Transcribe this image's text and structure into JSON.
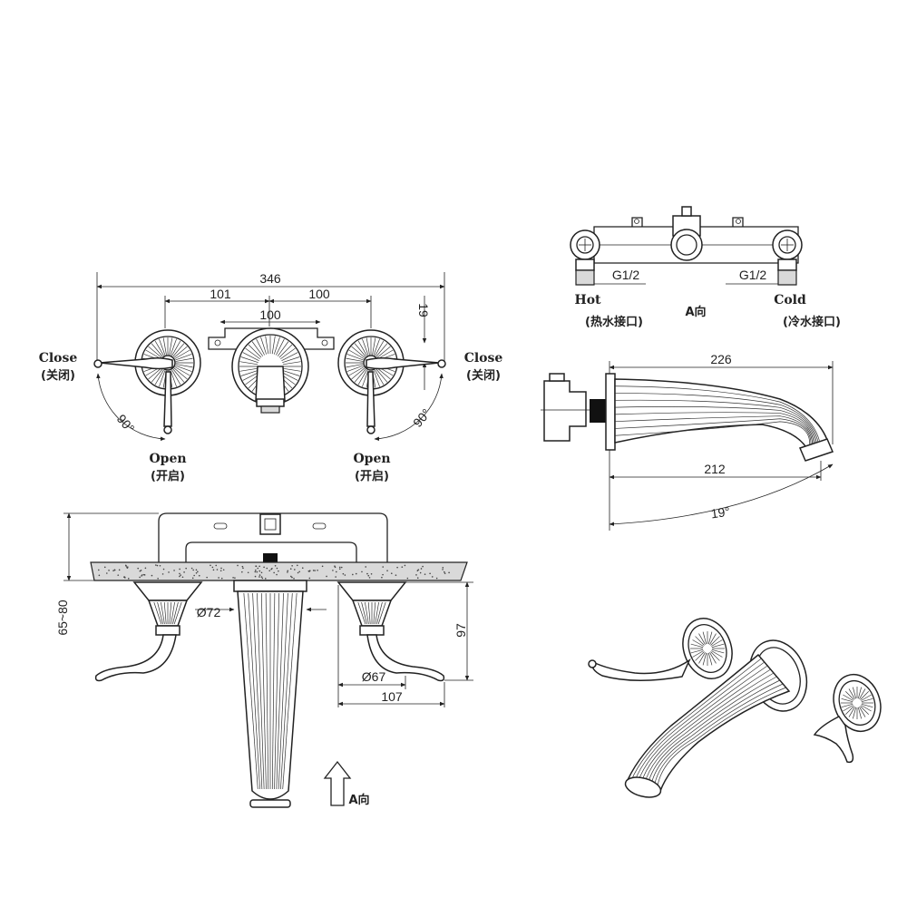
{
  "front_view": {
    "overall_width": "346",
    "left_spacing": "101",
    "right_spacing": "100",
    "center_width": "100",
    "offset": "19",
    "close_left": "Close",
    "close_left_cn": "(关闭)",
    "close_right": "Close",
    "close_right_cn": "(关闭)",
    "open_left": "Open",
    "open_left_cn": "(开启)",
    "open_right": "Open",
    "open_right_cn": "(开启)",
    "angle_left": "90°",
    "angle_right": "90°"
  },
  "top_view": {
    "thread_left": "G1/2",
    "thread_right": "G1/2",
    "hot": "Hot",
    "hot_cn": "(热水接口)",
    "cold": "Cold",
    "cold_cn": "(冷水接口)",
    "direction": "A向"
  },
  "spout_view": {
    "length": "226",
    "reach": "212",
    "angle": "19°"
  },
  "section_view": {
    "wall_range": "65~80",
    "spout_dia": "Ø72",
    "handle_dia": "Ø67",
    "handle_height": "97",
    "handle_reach": "107",
    "direction": "A向"
  }
}
